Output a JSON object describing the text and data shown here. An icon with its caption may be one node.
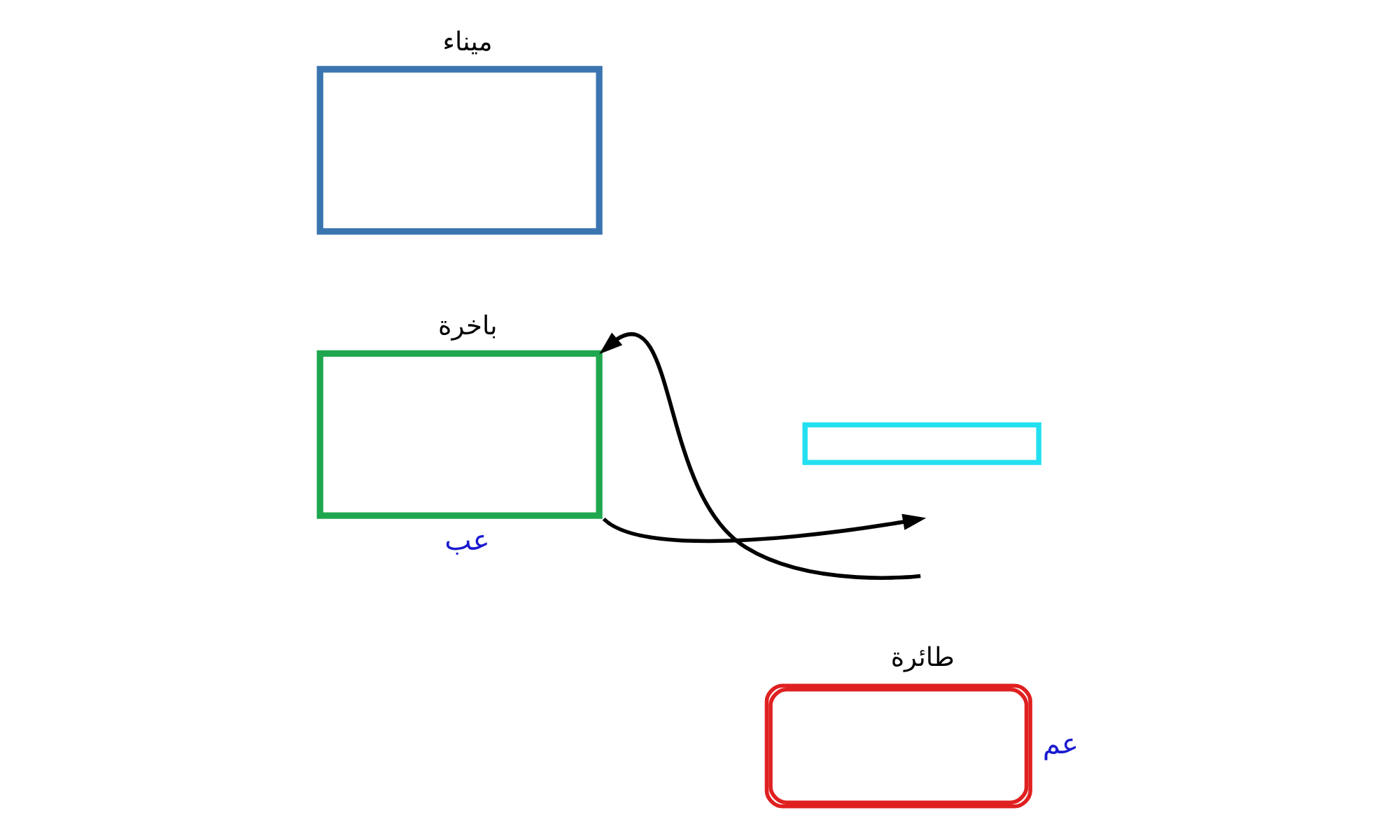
{
  "diagram": {
    "nodes": [
      {
        "text": [
          "طائرة"
        ],
        "beside": [
          "عم"
        ]
      },
      {
        "text": [
          "باخرة"
        ],
        "beside": [
          "عب"
        ]
      },
      {
        "text": [
          "ميناء"
        ]
      },
      {
        "text": [],
        "shape": "box"
      }
    ],
    "edges": [
      {
        "from": null,
        "to": 1,
        "arrow": "to"
      },
      {
        "from": 1,
        "to": null,
        "arrow": "to"
      }
    ]
  }
}
